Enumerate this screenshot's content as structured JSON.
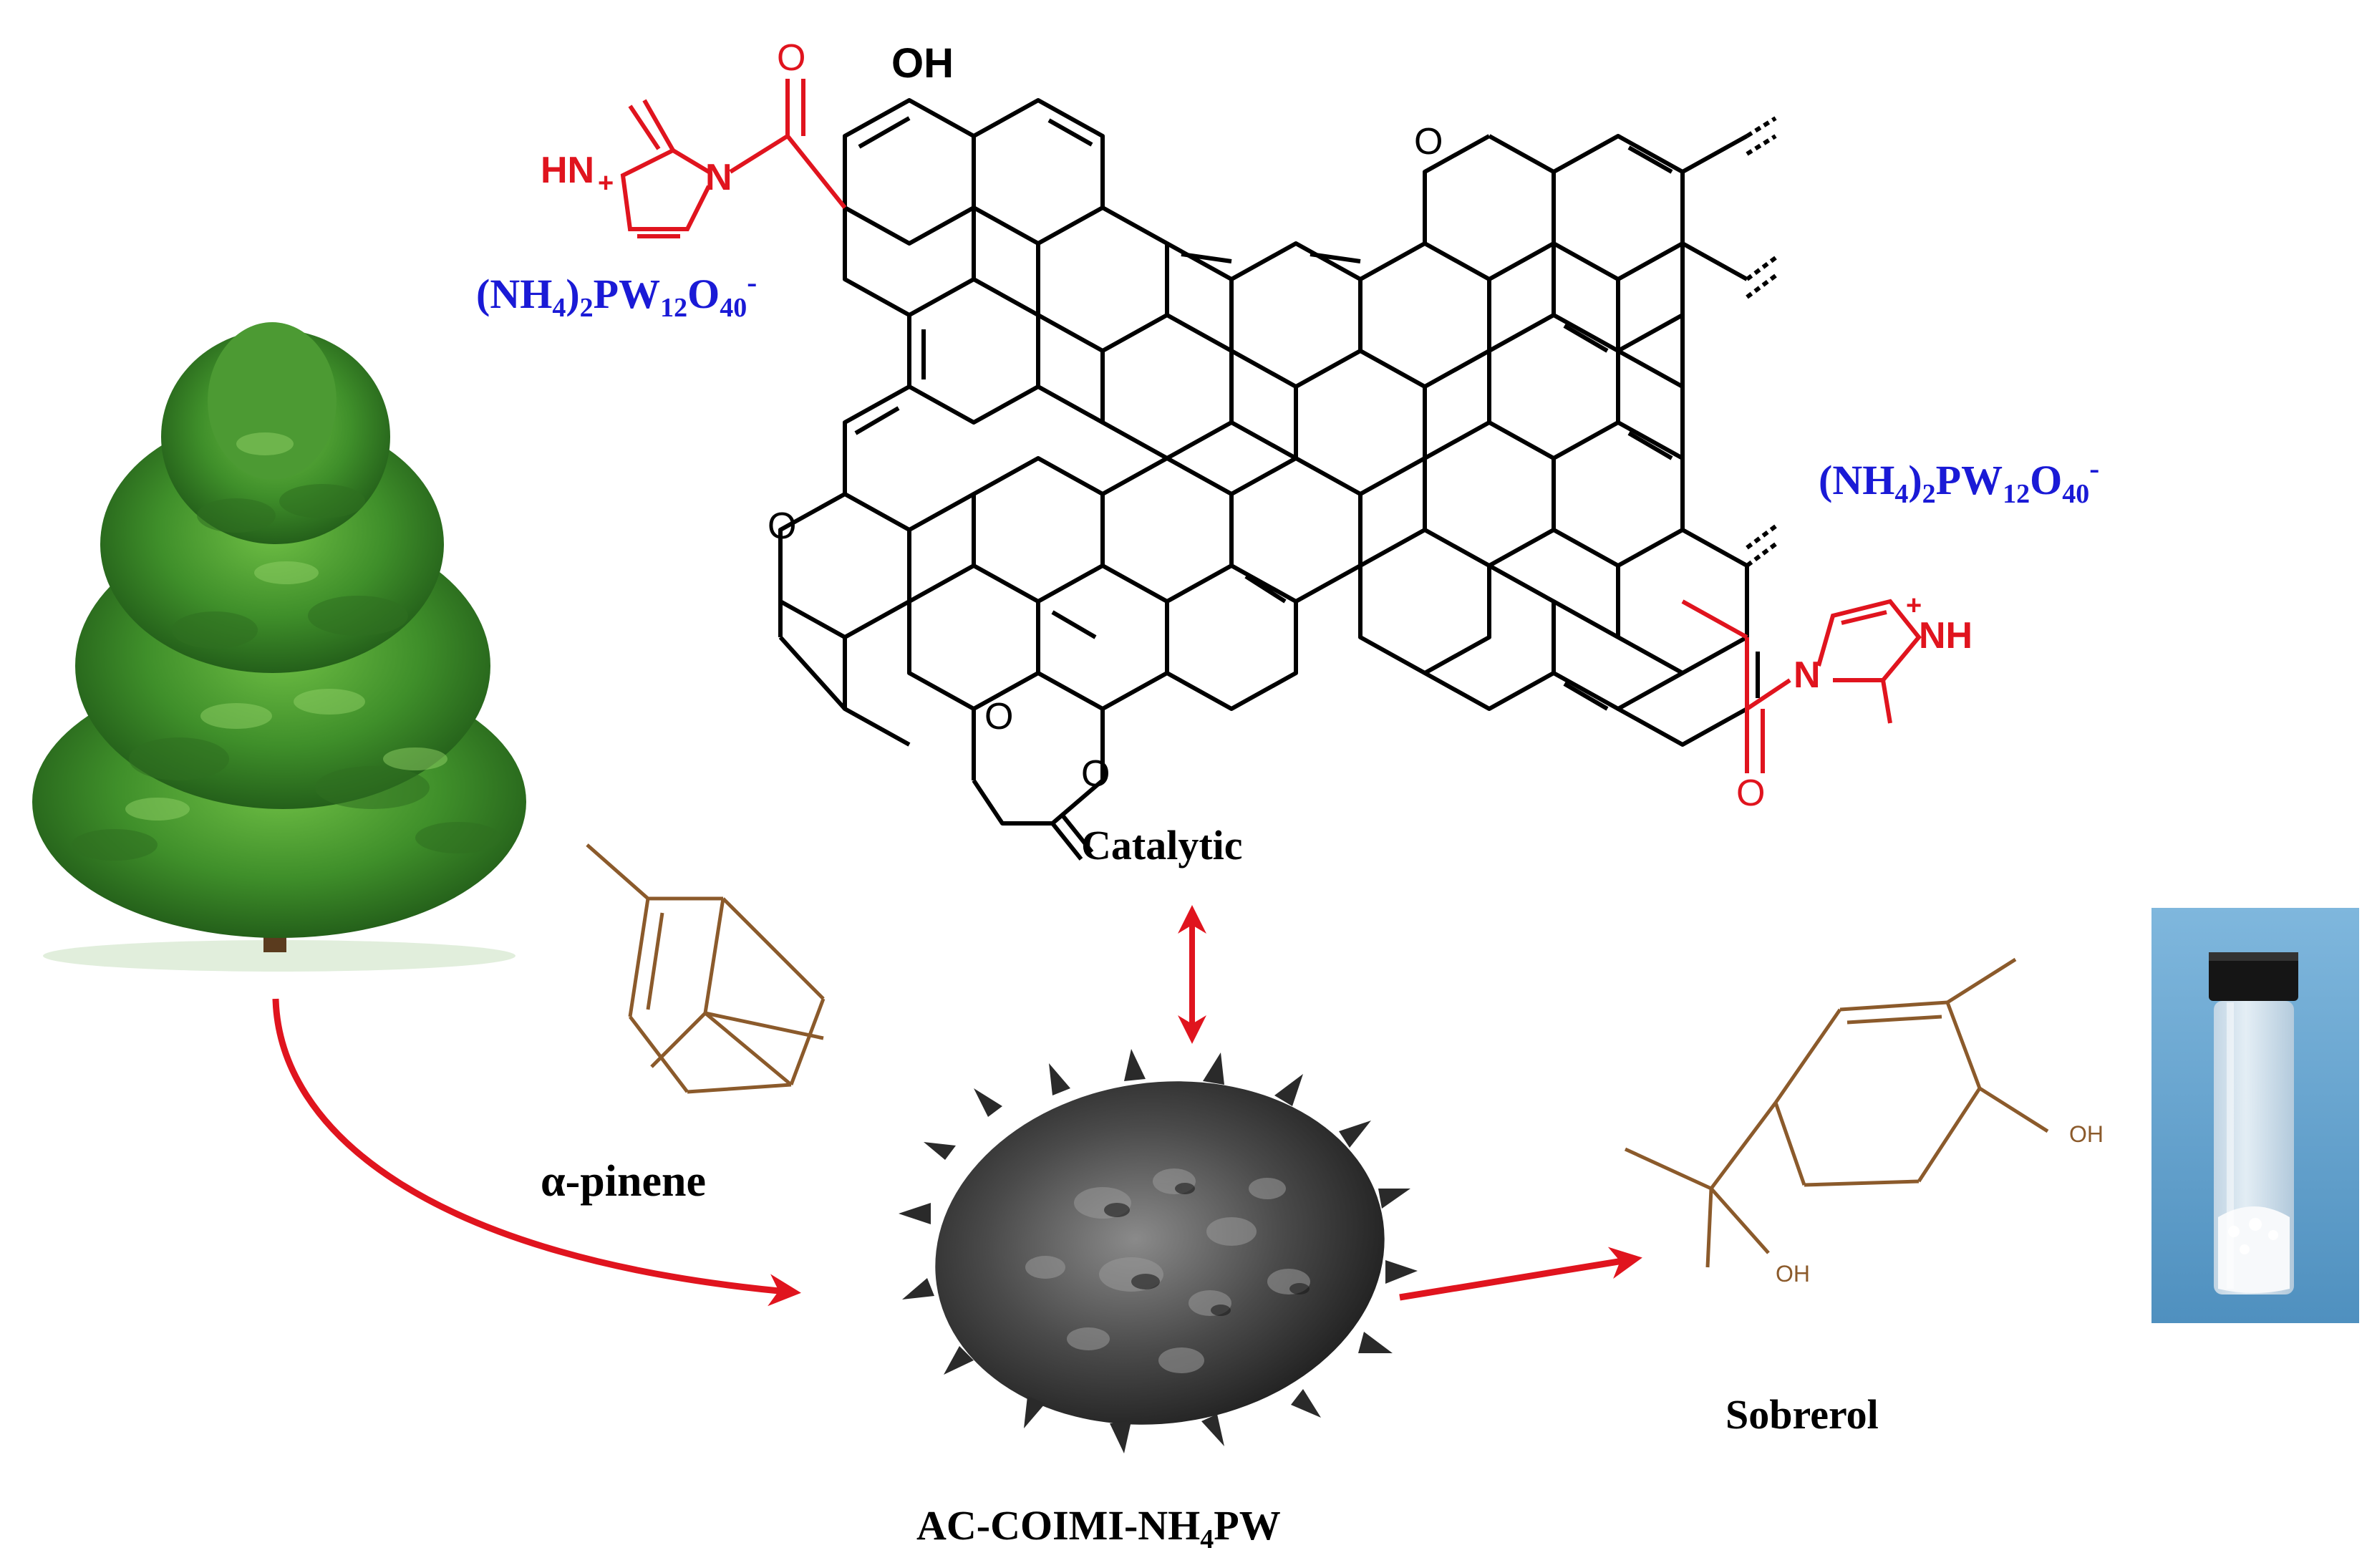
{
  "colors": {
    "framework": "#000000",
    "imidazolium": "#e0141e",
    "counter_anion": "#1a1ad6",
    "arrow": "#e0141e",
    "small_molecule": "#8b5a2b",
    "tree_green": "#3f8f2a",
    "vial_background": "#5f9fc9"
  },
  "labels": {
    "catalytic": "Catalytic",
    "alpha_pinene": "α-pinene",
    "sobrerol": "Sobrerol",
    "catalyst_prefix": "AC-COIMI-NH",
    "catalyst_sub": "4",
    "catalyst_suffix": "PW"
  },
  "anion": {
    "p1": "(NH",
    "s1": "4",
    "p2": ")",
    "s2": "2",
    "p3": "PW",
    "s3": "12",
    "p4": "O",
    "s4": "40",
    "charge": "-"
  },
  "atoms": {
    "oh_top": "OH",
    "o": "O",
    "n": "N",
    "hn": "HN",
    "nh": "NH",
    "plus": "+"
  },
  "sobrerol_atoms": {
    "oh": "OH"
  },
  "icons": [
    "tree-icon",
    "catalyst-particle-icon",
    "vial-icon"
  ]
}
